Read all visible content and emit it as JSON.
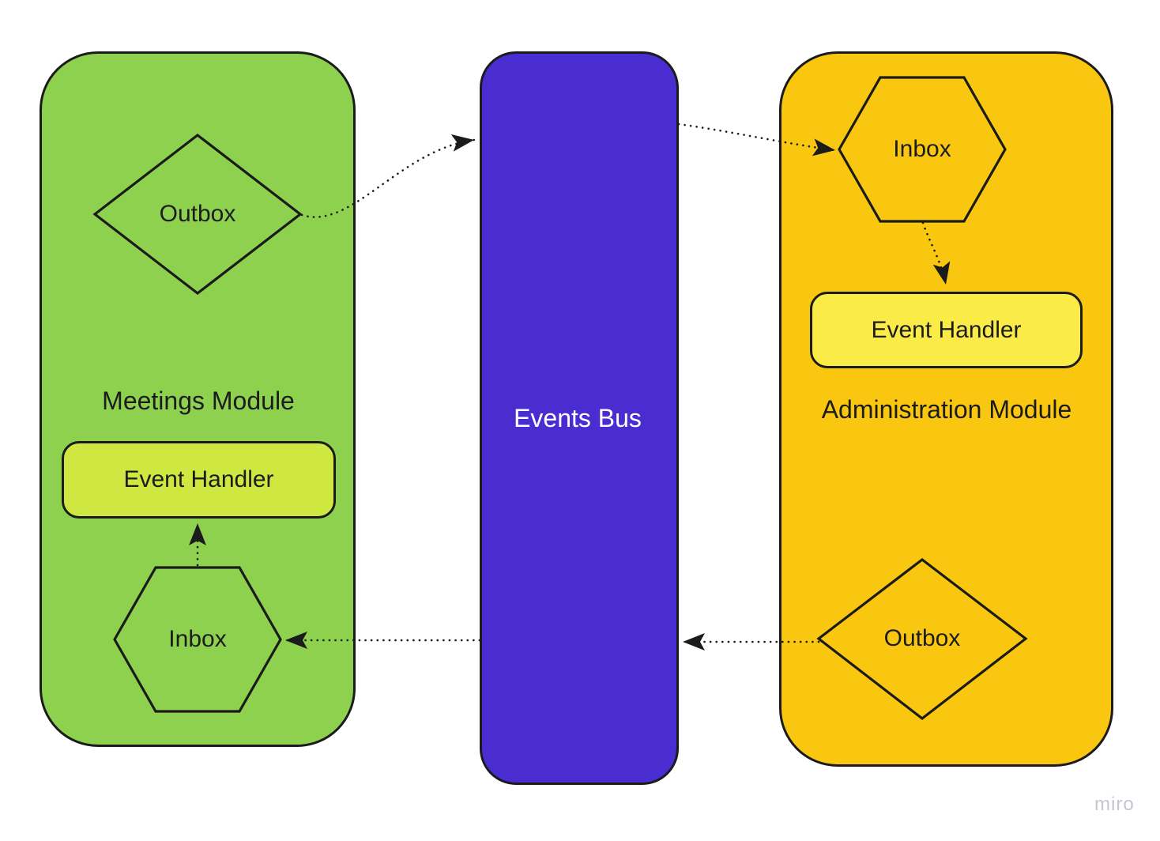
{
  "colors": {
    "module_green": "#8dd14f",
    "module_orange": "#fac710",
    "events_bus": "#4a2dd0",
    "handler_lime": "#cee741",
    "handler_yellow": "#faeb47",
    "stroke": "#1b1b1b",
    "text": "#1c1c1e",
    "bus_text": "#ffffff",
    "watermark": "#c7c5d2"
  },
  "modules": {
    "meetings": {
      "title": "Meetings Module",
      "nodes": {
        "outbox": "Outbox",
        "inbox": "Inbox",
        "event_handler": "Event Handler"
      }
    },
    "administration": {
      "title": "Administration Module",
      "nodes": {
        "inbox": "Inbox",
        "outbox": "Outbox",
        "event_handler": "Event Handler"
      }
    }
  },
  "events_bus": {
    "title": "Events Bus"
  },
  "watermark": {
    "label": "miro"
  }
}
